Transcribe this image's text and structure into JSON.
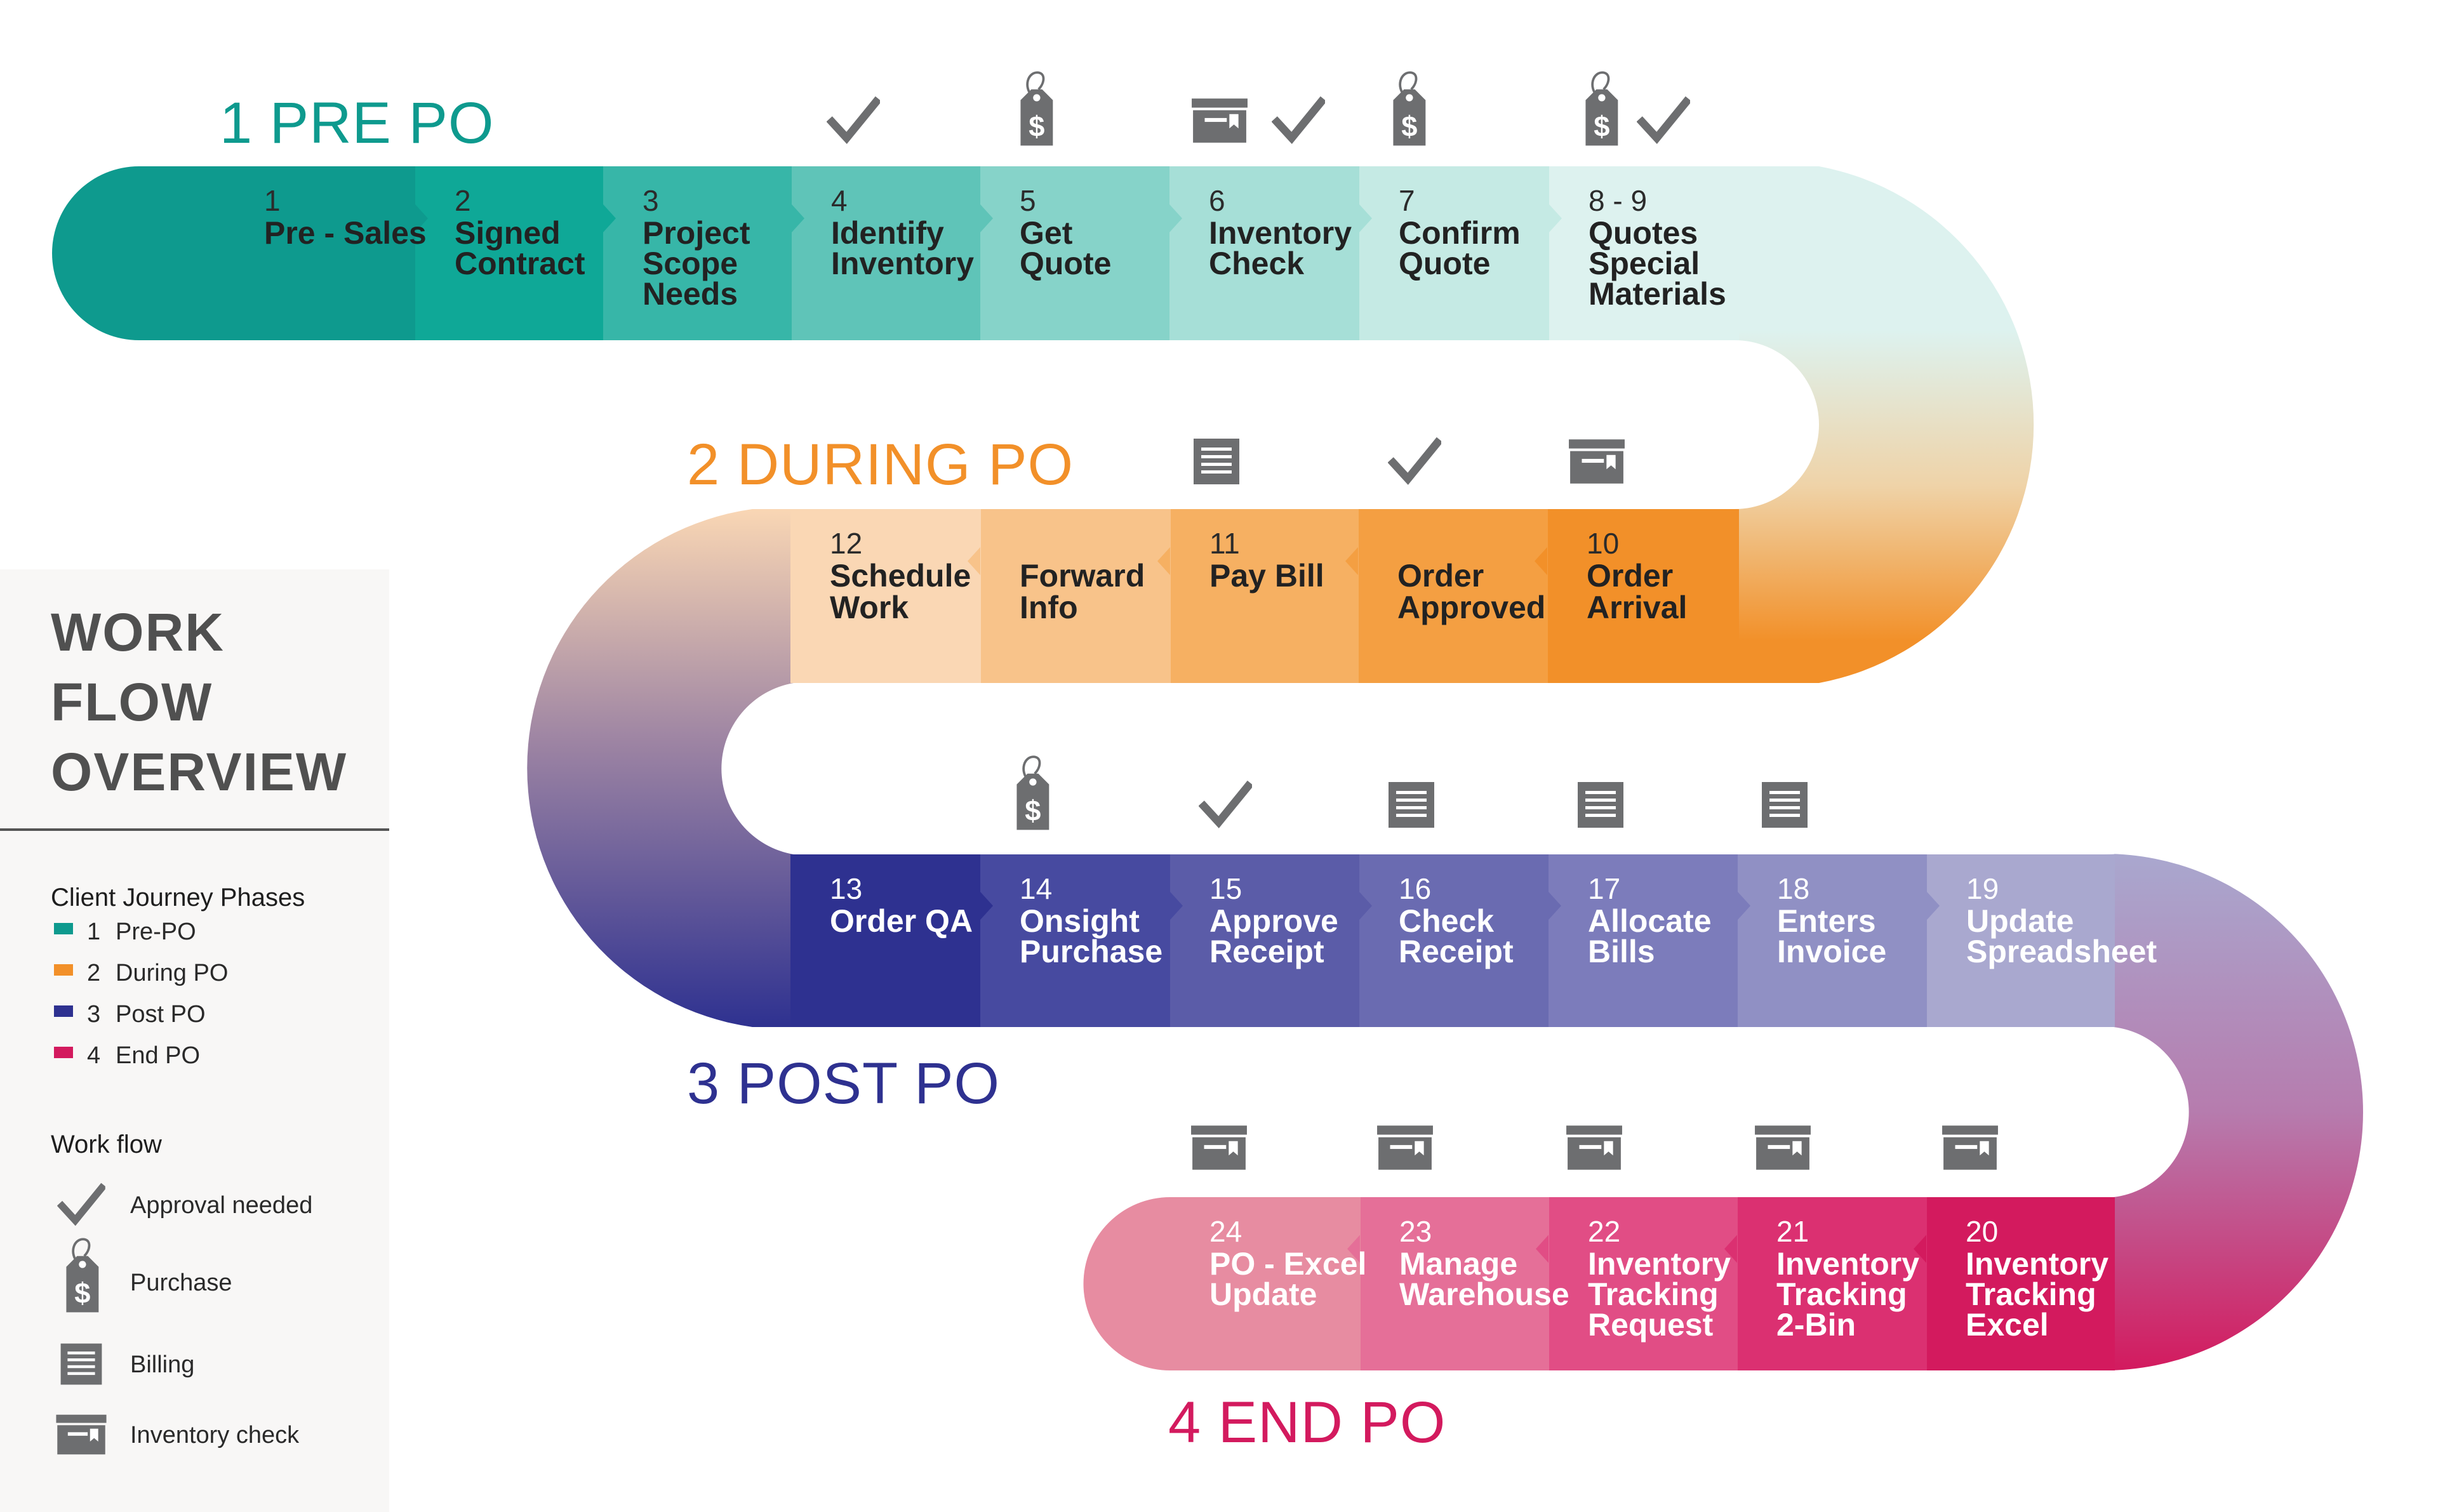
{
  "phases": {
    "pre_po": "1 PRE PO",
    "during_po": "2 DURING PO",
    "post_po": "3 POST PO",
    "end_po": "4 END PO"
  },
  "colors": {
    "pre_po": "#0E9A8E",
    "during_po": "#F29029",
    "post_po": "#2E3190",
    "end_po": "#D31A5E",
    "icon": "#6d6e70"
  },
  "steps": {
    "s1": {
      "num": "1",
      "lines": [
        "Pre - Sales"
      ]
    },
    "s2": {
      "num": "2",
      "lines": [
        "Signed",
        "Contract"
      ]
    },
    "s3": {
      "num": "3",
      "lines": [
        "Project",
        "Scope",
        "Needs"
      ]
    },
    "s4": {
      "num": "4",
      "lines": [
        "Identify",
        "Inventory"
      ]
    },
    "s5": {
      "num": "5",
      "lines": [
        "Get",
        "Quote"
      ]
    },
    "s6": {
      "num": "6",
      "lines": [
        "Inventory",
        "Check"
      ]
    },
    "s7": {
      "num": "7",
      "lines": [
        "Confirm",
        "Quote"
      ]
    },
    "s89": {
      "num": "8 - 9",
      "lines": [
        "Quotes",
        "Special",
        "Materials"
      ]
    },
    "s10": {
      "num": "10",
      "lines": [
        "Order",
        "Arrival"
      ]
    },
    "s_approved": {
      "num": "",
      "lines": [
        "Order",
        "Approved"
      ]
    },
    "s11": {
      "num": "11",
      "lines": [
        "Pay Bill"
      ]
    },
    "s_forward": {
      "num": "",
      "lines": [
        "Forward",
        "Info"
      ]
    },
    "s12": {
      "num": "12",
      "lines": [
        "Schedule",
        "Work"
      ]
    },
    "s13": {
      "num": "13",
      "lines": [
        "Order QA"
      ]
    },
    "s14": {
      "num": "14",
      "lines": [
        "Onsight",
        "Purchase"
      ]
    },
    "s15": {
      "num": "15",
      "lines": [
        "Approve",
        "Receipt"
      ]
    },
    "s16": {
      "num": "16",
      "lines": [
        "Check",
        "Receipt"
      ]
    },
    "s17": {
      "num": "17",
      "lines": [
        "Allocate",
        "Bills"
      ]
    },
    "s18": {
      "num": "18",
      "lines": [
        "Enters",
        "Invoice"
      ]
    },
    "s19": {
      "num": "19",
      "lines": [
        "Update",
        "Spreadsheet"
      ]
    },
    "s20": {
      "num": "20",
      "lines": [
        "Inventory",
        "Tracking",
        "Excel"
      ]
    },
    "s21": {
      "num": "21",
      "lines": [
        "Inventory",
        "Tracking",
        "2-Bin"
      ]
    },
    "s22": {
      "num": "22",
      "lines": [
        "Inventory",
        "Tracking",
        "Request"
      ]
    },
    "s23": {
      "num": "23",
      "lines": [
        "Manage",
        "Warehouse"
      ]
    },
    "s24": {
      "num": "24",
      "lines": [
        "PO - Excel",
        "Update"
      ]
    }
  },
  "step_icons": [
    {
      "step": "s4",
      "icons": [
        "check-icon"
      ]
    },
    {
      "step": "s5",
      "icons": [
        "price-tag-icon"
      ]
    },
    {
      "step": "s6",
      "icons": [
        "inventory-icon",
        "check-icon"
      ]
    },
    {
      "step": "s7",
      "icons": [
        "price-tag-icon"
      ]
    },
    {
      "step": "s89",
      "icons": [
        "price-tag-icon",
        "check-icon"
      ]
    },
    {
      "step": "s11",
      "icons": [
        "billing-icon"
      ]
    },
    {
      "step": "s_approved",
      "icons": [
        "check-icon"
      ]
    },
    {
      "step": "s10",
      "icons": [
        "inventory-icon"
      ]
    },
    {
      "step": "s14",
      "icons": [
        "price-tag-icon"
      ]
    },
    {
      "step": "s15",
      "icons": [
        "check-icon"
      ]
    },
    {
      "step": "s16",
      "icons": [
        "billing-icon"
      ]
    },
    {
      "step": "s17",
      "icons": [
        "billing-icon"
      ]
    },
    {
      "step": "s18",
      "icons": [
        "billing-icon"
      ]
    },
    {
      "step": "s24",
      "icons": [
        "inventory-icon"
      ]
    },
    {
      "step": "s23",
      "icons": [
        "inventory-icon"
      ]
    },
    {
      "step": "s22",
      "icons": [
        "inventory-icon"
      ]
    },
    {
      "step": "s21",
      "icons": [
        "inventory-icon"
      ]
    },
    {
      "step": "s20",
      "icons": [
        "inventory-icon"
      ]
    }
  ],
  "legend": {
    "title_lines": [
      "WORK",
      "FLOW",
      "OVERVIEW"
    ],
    "phases_heading": "Client Journey Phases",
    "phase_items": [
      {
        "num": "1",
        "label": "Pre-PO",
        "color": "#0E9A8E"
      },
      {
        "num": "2",
        "label": "During PO",
        "color": "#F29029"
      },
      {
        "num": "3",
        "label": "Post PO",
        "color": "#2E3190"
      },
      {
        "num": "4",
        "label": "End PO",
        "color": "#D31A5E"
      }
    ],
    "workflow_heading": "Work flow",
    "workflow_items": [
      {
        "icon": "check-icon",
        "label": "Approval  needed"
      },
      {
        "icon": "price-tag-icon",
        "label": "Purchase"
      },
      {
        "icon": "billing-icon",
        "label": "Billing"
      },
      {
        "icon": "inventory-icon",
        "label": "Inventory check"
      }
    ]
  }
}
